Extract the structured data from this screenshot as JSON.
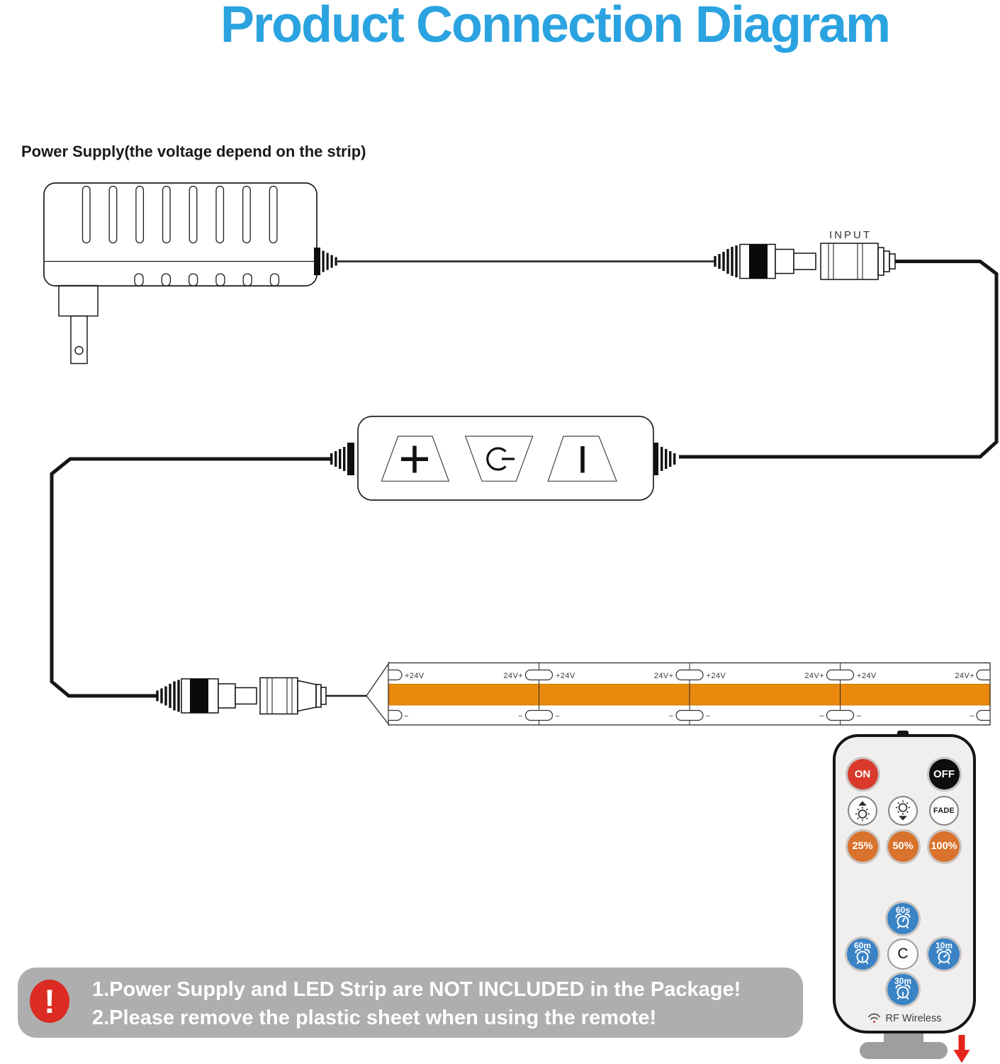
{
  "title": "Product Connection Diagram",
  "colors": {
    "title_blue": "#2BA3E0",
    "strip_orange": "#E9890E",
    "remote_timer_blue": "#3A83C4",
    "remote_percent_orange": "#D9722C",
    "on_red": "#D93A2C",
    "off_black": "#0d0d0d",
    "warning_gray": "#AEAEAE",
    "warning_red": "#DC2B22",
    "arrow_red": "#E3241B"
  },
  "power_supply": {
    "label": "Power Supply(the voltage depend on the strip)"
  },
  "connectors": {
    "input_label": "INPUT"
  },
  "controller": {
    "button_icons": [
      "brightness-plus",
      "power",
      "brightness-bar"
    ]
  },
  "strip": {
    "positive_left": "+24V",
    "positive_right": "24V+",
    "negative": "−"
  },
  "remote": {
    "on_label": "ON",
    "off_label": "OFF",
    "fade_label": "FADE",
    "brightness_icons": [
      "brightness-up",
      "brightness-down"
    ],
    "percent_buttons": [
      {
        "label": "25%"
      },
      {
        "label": "50%"
      },
      {
        "label": "100%"
      }
    ],
    "timer_buttons": [
      {
        "label": "60s"
      },
      {
        "label": "60m"
      },
      {
        "label": "C"
      },
      {
        "label": "10m"
      },
      {
        "label": "30m"
      }
    ],
    "rf_label": "RF Wireless"
  },
  "warning": {
    "icon": "!",
    "line1": "1.Power Supply and LED Strip are NOT INCLUDED in the Package!",
    "line2": "2.Please remove the plastic sheet when using the remote!"
  }
}
